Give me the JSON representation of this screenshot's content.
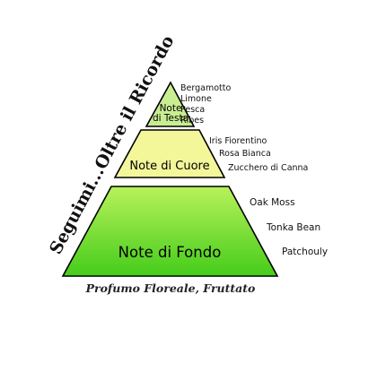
{
  "side_title": "Seguimi...Oltre il Ricordo",
  "caption": "Profumo Floreale, Fruttato",
  "layers": {
    "top": {
      "label_line1": "Note",
      "label_line2": "di Testa",
      "notes": [
        "Bergamotto",
        "Limone",
        "Pesca",
        "Ribes"
      ]
    },
    "middle": {
      "label": "Note di Cuore",
      "notes": [
        "Iris Fiorentino",
        "Rosa Bianca",
        "Zucchero di Canna"
      ]
    },
    "bottom": {
      "label": "Note di Fondo",
      "notes": [
        "Oak Moss",
        "Tonka Bean",
        "Patchouly"
      ]
    }
  },
  "colors": {
    "top_layer": "#c9ee92",
    "middle_layer": "#f3f79a",
    "bottom_layer_light": "#b8f25a",
    "bottom_layer_dark": "#45cc1a",
    "outline": "#000000"
  }
}
